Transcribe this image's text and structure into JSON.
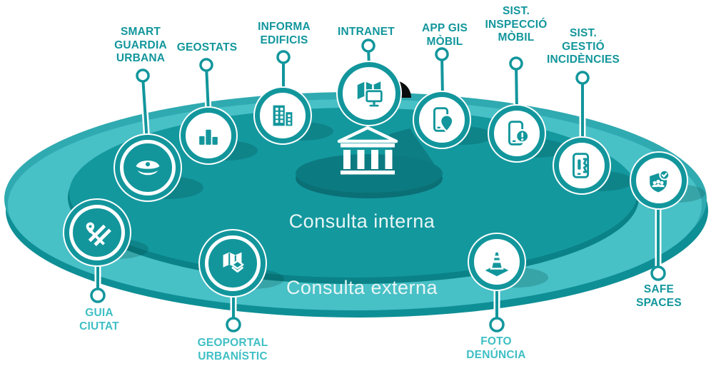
{
  "diagram": {
    "zones": {
      "interna": {
        "label": "Consulta interna"
      },
      "externa": {
        "label": "Consulta externa"
      }
    },
    "center": {
      "icon": "government-building"
    },
    "apps": [
      {
        "id": "smart-guardia-urbana",
        "lines": [
          "SMART",
          "GUARDIA",
          "URBANA"
        ],
        "icon": "police-cap",
        "zone": "interna",
        "label_style": "dark"
      },
      {
        "id": "geostats",
        "lines": [
          "GEOSTATS"
        ],
        "icon": "bar-chart",
        "zone": "interna",
        "label_style": "dark"
      },
      {
        "id": "informa-edificis",
        "lines": [
          "INFORMA",
          "EDIFICIS"
        ],
        "icon": "buildings",
        "zone": "interna",
        "label_style": "dark"
      },
      {
        "id": "intranet",
        "lines": [
          "INTRANET"
        ],
        "icon": "map-monitor",
        "zone": "interna",
        "label_style": "dark"
      },
      {
        "id": "app-gis-mobil",
        "lines": [
          "APP GIS",
          "MÒBIL"
        ],
        "icon": "phone-location",
        "zone": "interna",
        "label_style": "dark"
      },
      {
        "id": "sist-inspeccio-mobil",
        "lines": [
          "SIST.",
          "INSPECCIÓ",
          "MÒBIL"
        ],
        "icon": "phone-alert",
        "zone": "interna",
        "label_style": "dark"
      },
      {
        "id": "sist-gestio-incidencies",
        "lines": [
          "SIST.",
          "GESTIÓ",
          "INCIDÈNCIES"
        ],
        "icon": "phone-broken",
        "zone": "interna",
        "label_style": "dark"
      },
      {
        "id": "safe-spaces",
        "lines": [
          "SAFE",
          "SPACES"
        ],
        "icon": "shield-people-check",
        "zone": "interna",
        "label_style": "dark"
      },
      {
        "id": "guia-ciutat",
        "lines": [
          "GUIA",
          "CIUTAT"
        ],
        "icon": "city-map",
        "zone": "externa",
        "label_style": "light"
      },
      {
        "id": "geoportal-urbanistic",
        "lines": [
          "GEOPORTAL",
          "URBANÍSTIC"
        ],
        "icon": "folded-map-layers",
        "zone": "externa",
        "label_style": "light"
      },
      {
        "id": "foto-denuncia",
        "lines": [
          "FOTO",
          "DENÚNCIA"
        ],
        "icon": "traffic-cone",
        "zone": "externa",
        "label_style": "light"
      }
    ],
    "colors": {
      "teal_dark": "#12969C",
      "teal_light": "#47C0C6",
      "teal_medium": "#2FAAB0",
      "inner_disc": "#13989E",
      "inner_rim": "#0A8287",
      "outer_rim": "#0E8F95",
      "pedestal": "#0C7B81",
      "pedestal_rim": "#0A7076",
      "label_dark": "#12969C",
      "label_light": "#3FBFC5",
      "zone_text": "#E8F5F5"
    }
  }
}
